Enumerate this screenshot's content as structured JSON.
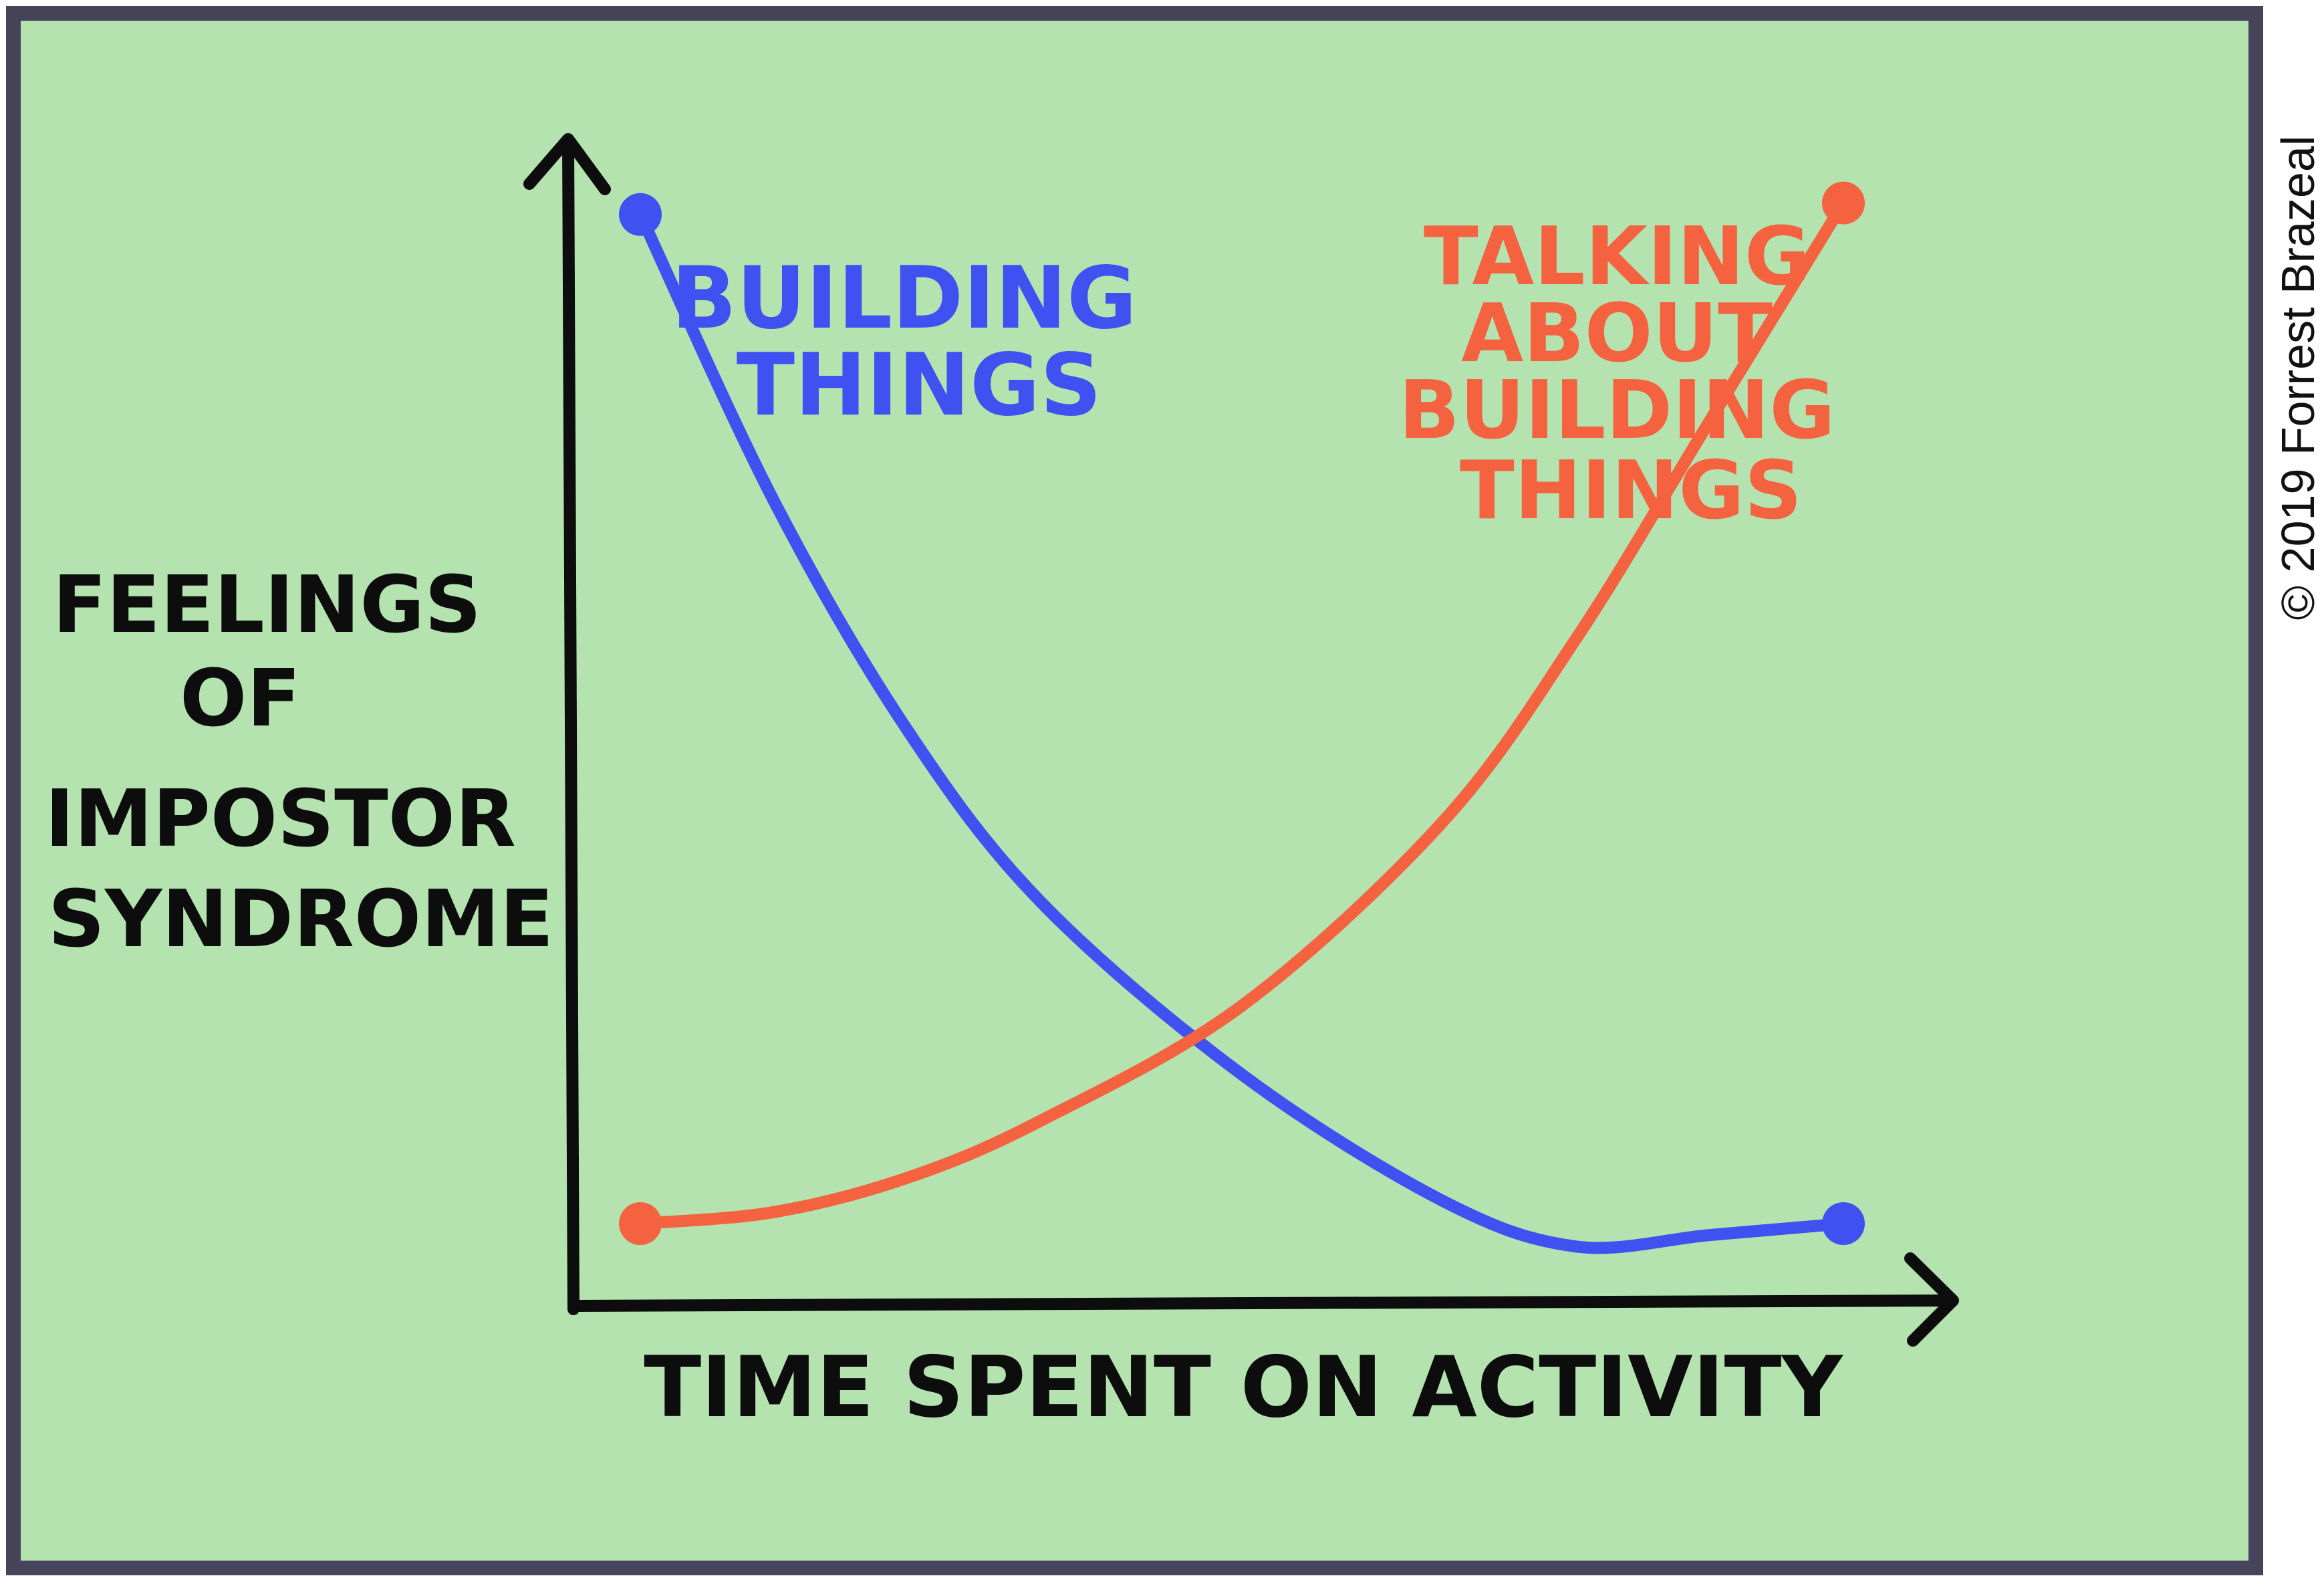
{
  "chart_data": {
    "type": "line",
    "title": "",
    "xlabel": "TIME SPENT ON ACTIVITY",
    "ylabel": [
      "FEELINGS",
      "OF",
      "IMPOSTOR",
      "SYNDROME"
    ],
    "x": [
      0.05,
      0.15,
      0.25,
      0.35,
      0.5,
      0.65,
      0.75,
      0.85,
      0.95
    ],
    "xlim": [
      0,
      1
    ],
    "ylim": [
      0,
      1
    ],
    "grid": false,
    "legend": "none",
    "series": [
      {
        "name": "BUILDING THINGS",
        "label_lines": [
          "BUILDING",
          "THINGS"
        ],
        "color": "#3f51f0",
        "values": [
          0.95,
          0.7,
          0.5,
          0.35,
          0.2,
          0.09,
          0.05,
          0.06,
          0.07
        ]
      },
      {
        "name": "TALKING ABOUT BUILDING THINGS",
        "label_lines": [
          "TALKING",
          "ABOUT",
          "BUILDING",
          "THINGS"
        ],
        "color": "#f4623f",
        "values": [
          0.07,
          0.08,
          0.11,
          0.16,
          0.26,
          0.42,
          0.58,
          0.77,
          0.96
        ]
      }
    ]
  },
  "copyright": "© 2019 Forrest Brazeal",
  "colors": {
    "background": "#b4e3b0",
    "frame": "#45445a",
    "axis": "#0d0d0d"
  }
}
